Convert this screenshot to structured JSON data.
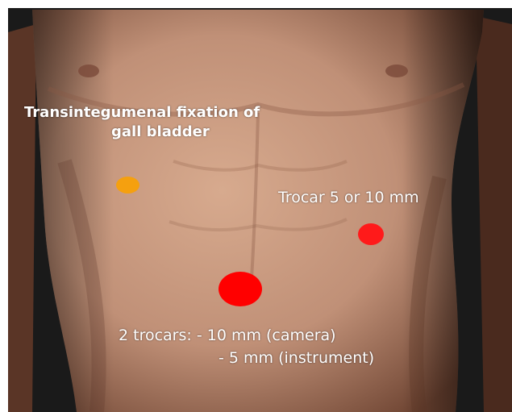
{
  "annotations": {
    "fixation": {
      "line1": "Transintegumenal fixation of",
      "line2": "gall bladder"
    },
    "trocar_5_or_10": "Trocar 5 or 10 mm",
    "two_trocars": {
      "line1": "2 trocars: - 10 mm (camera)",
      "line2": "- 5 mm (instrument)"
    }
  },
  "markers": {
    "fixation_point": {
      "color": "#f5a00f",
      "meaning": "Transintegumenal fixation of gall bladder"
    },
    "trocar_point": {
      "color": "#ff1a1a",
      "meaning": "Trocar 5 or 10 mm"
    },
    "umbilical_point": {
      "color": "#ff0000",
      "meaning": "2 trocars"
    }
  },
  "colors": {
    "skin_light": "#d7aa8e",
    "skin_mid": "#b48268",
    "skin_dark": "#6e4432",
    "background": "#1a1a1a"
  }
}
